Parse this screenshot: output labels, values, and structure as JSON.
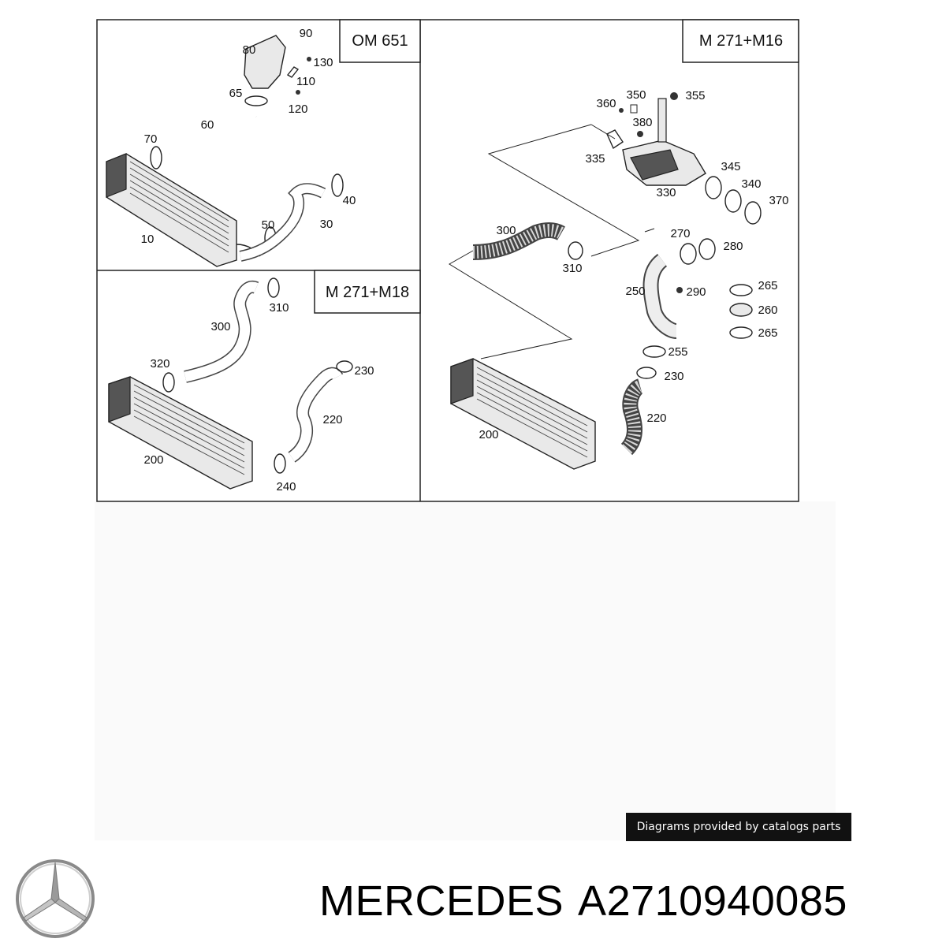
{
  "panels": {
    "om651": {
      "tag": "OM 651",
      "callouts": [
        "90",
        "80",
        "130",
        "110",
        "65",
        "120",
        "60",
        "70",
        "10",
        "40",
        "50",
        "30"
      ]
    },
    "m271_m18": {
      "tag": "M 271+M18",
      "callouts": [
        "300",
        "310",
        "320",
        "230",
        "220",
        "200",
        "240"
      ]
    },
    "m271_m16": {
      "tag": "M 271+M16",
      "callouts": [
        "360",
        "350",
        "355",
        "380",
        "335",
        "345",
        "330",
        "340",
        "370",
        "300",
        "270",
        "280",
        "310",
        "265",
        "250",
        "290",
        "260",
        "265",
        "255",
        "230",
        "220",
        "200"
      ]
    }
  },
  "footer": {
    "note": "Diagrams provided by catalogs parts",
    "brand": "MERCEDES",
    "part_number": "A2710940085"
  },
  "icons": {
    "logo": "mercedes-star-logo"
  }
}
